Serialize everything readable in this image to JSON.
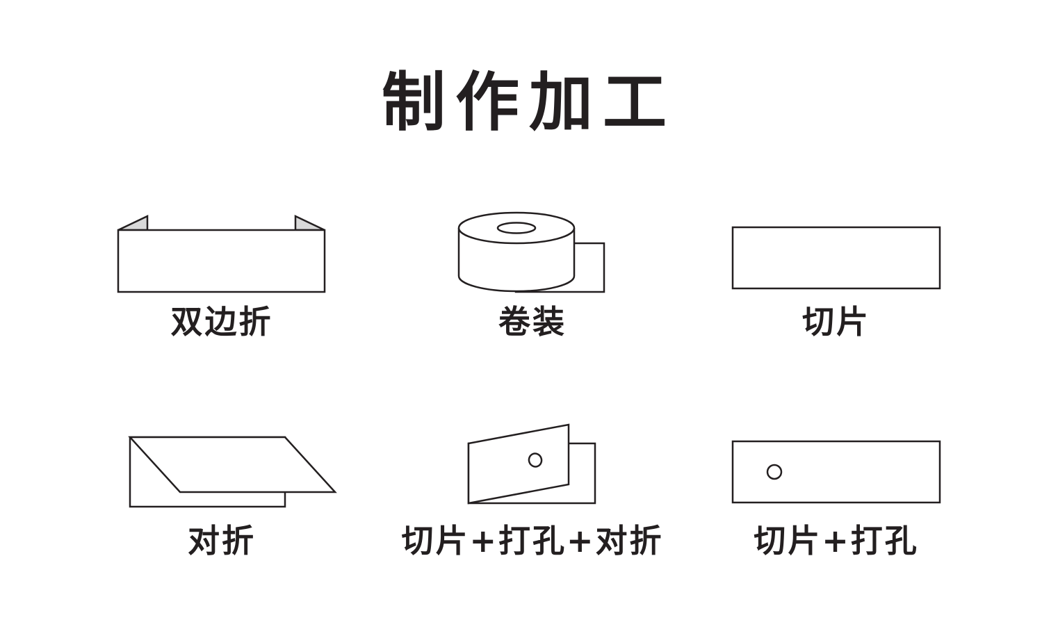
{
  "title": "制作加工",
  "items": [
    {
      "label": "双边折",
      "icon": "double-edge-fold-icon"
    },
    {
      "label": "卷装",
      "icon": "roll-icon"
    },
    {
      "label": "切片",
      "icon": "cut-piece-icon"
    },
    {
      "label": "对折",
      "icon": "center-fold-icon"
    },
    {
      "label": "切片+打孔+对折",
      "icon": "cut-punch-fold-icon"
    },
    {
      "label": "切片+打孔",
      "icon": "cut-punch-icon"
    }
  ],
  "colors": {
    "stroke": "#231f20",
    "fold_fill": "#d9d9d9",
    "background": "#ffffff"
  }
}
